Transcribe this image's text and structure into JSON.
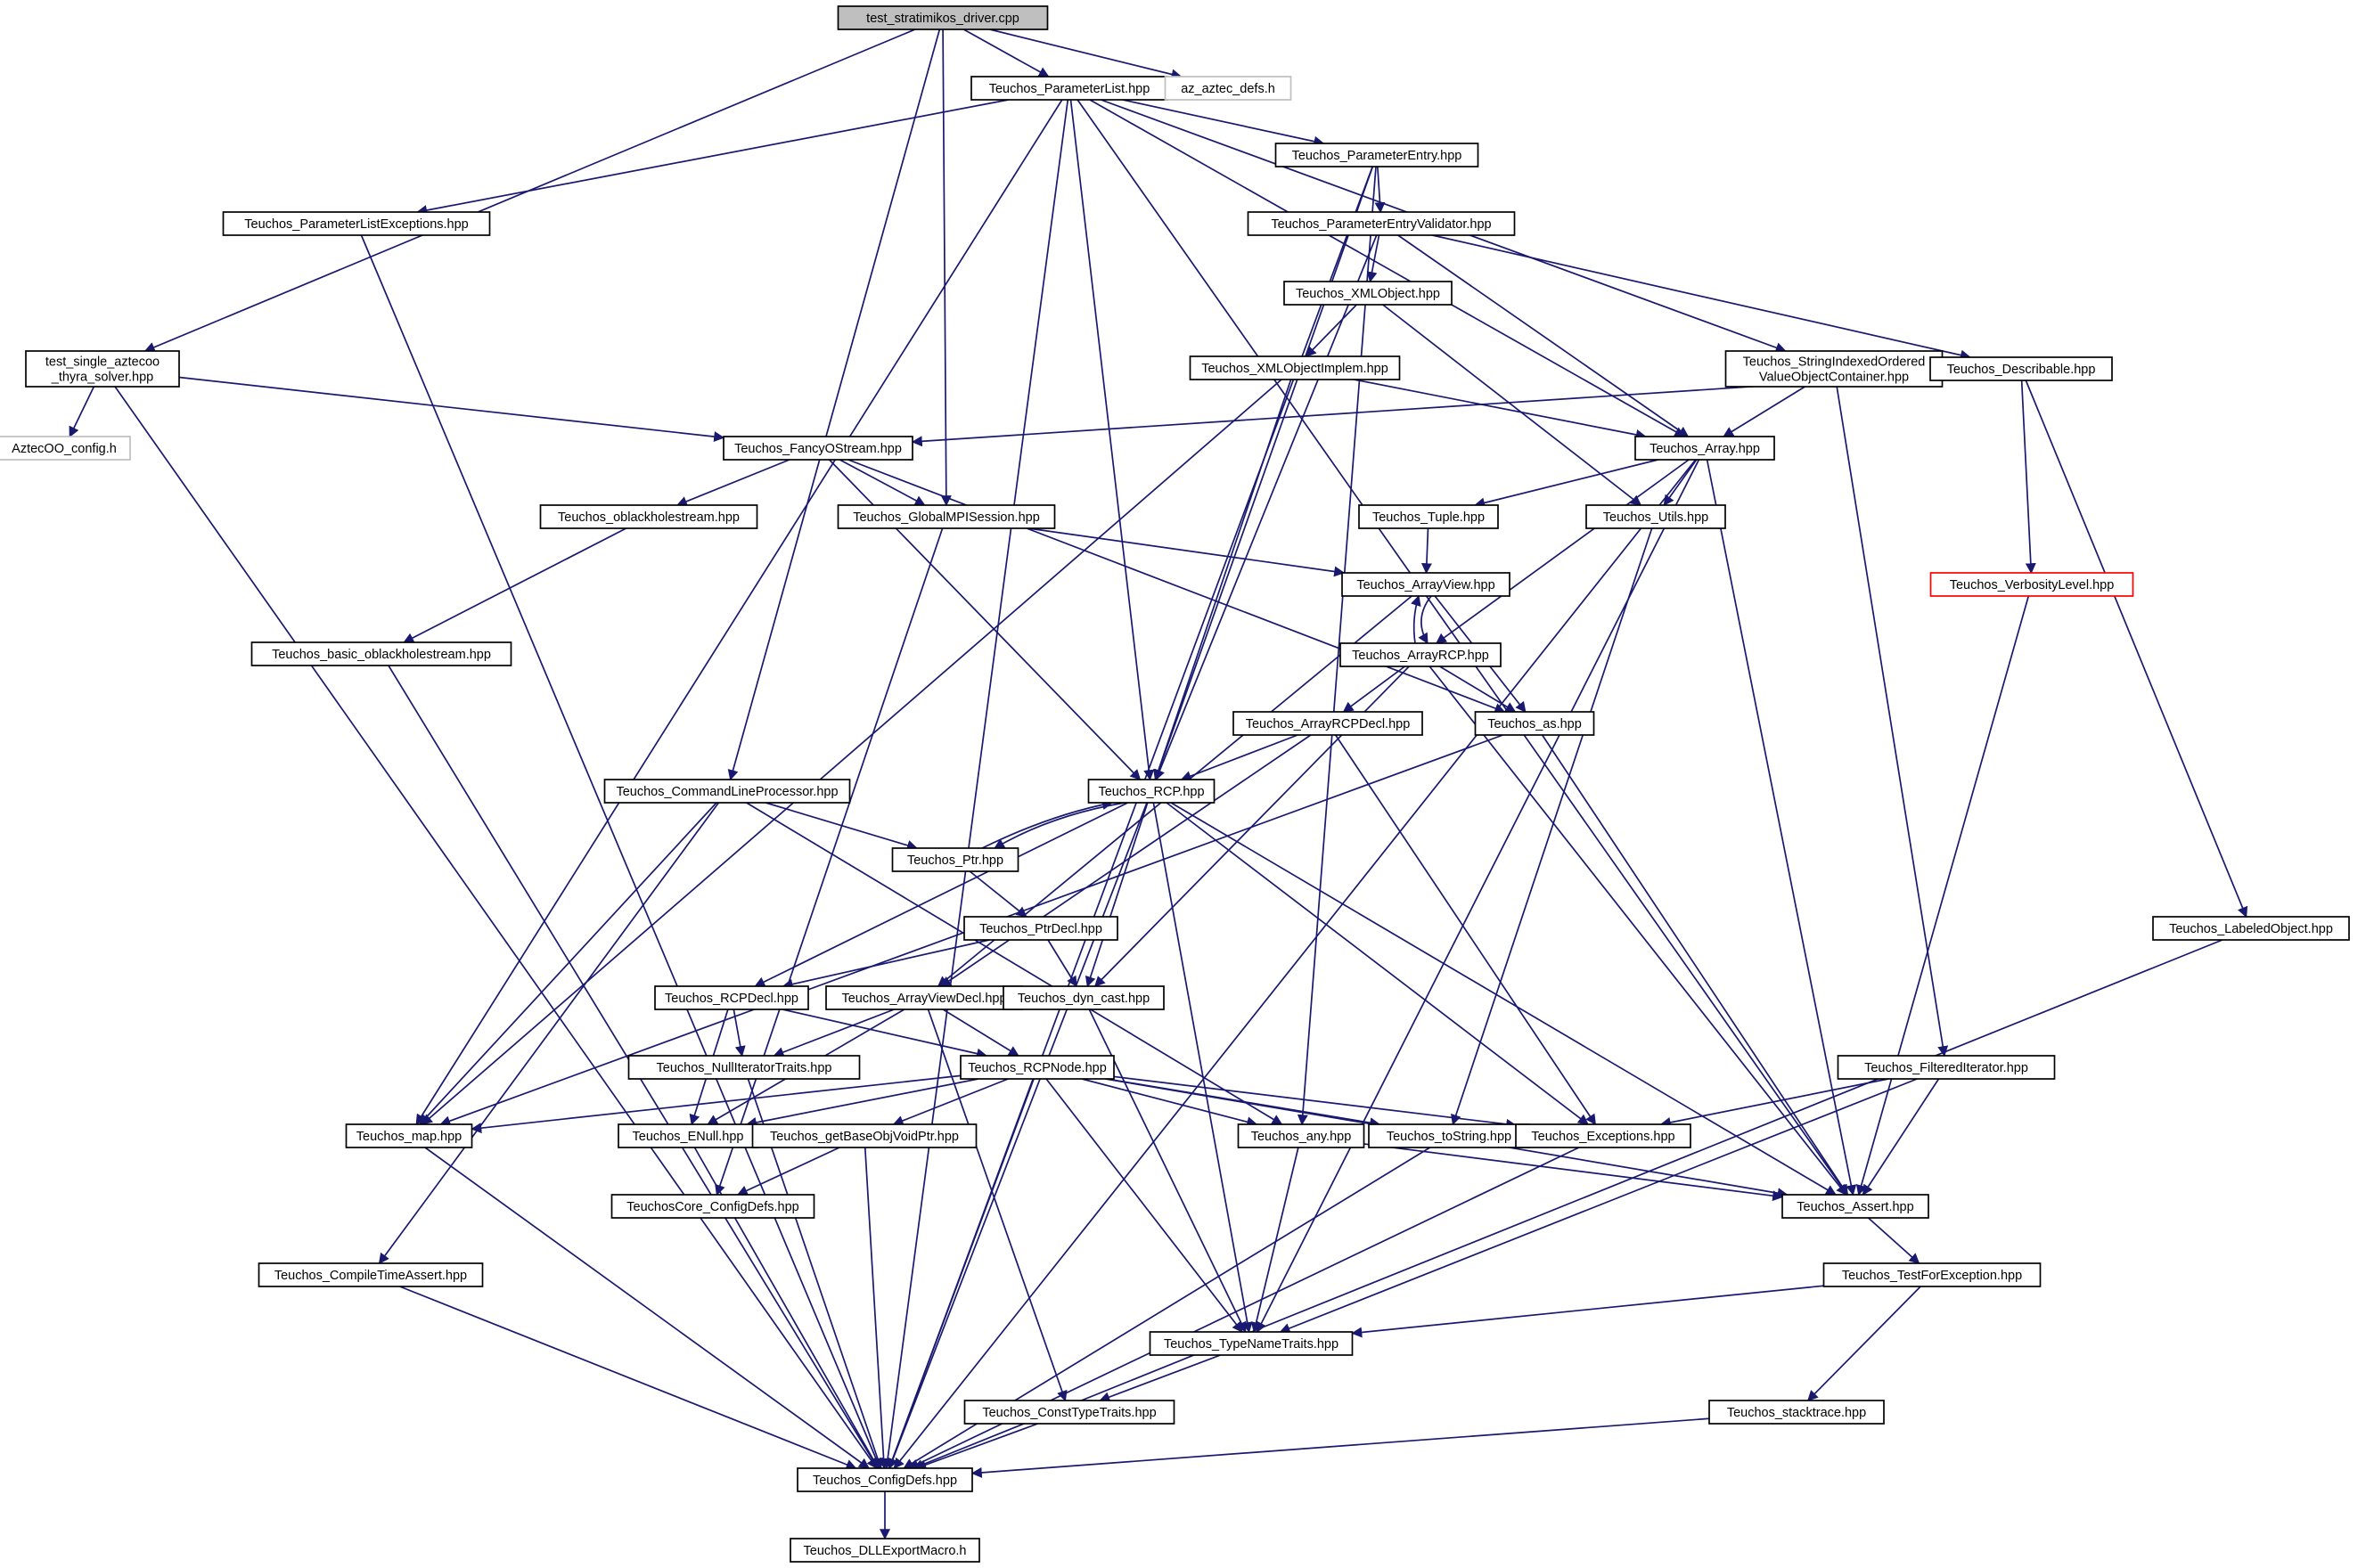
{
  "colors": {
    "edge": "#191970",
    "node_border": "#000000",
    "node_fill": "#ffffff",
    "root_fill": "#bfbfbf",
    "external_border": "#bfbfbf",
    "truncated_border": "#ff0000",
    "truncated_text": "#ff0000",
    "external_text": "#404040"
  },
  "nodes": [
    {
      "id": "root",
      "label": "test_stratimikos_driver.cpp",
      "kind": "root"
    },
    {
      "id": "plist",
      "label": "Teuchos_ParameterList.hpp",
      "kind": "normal"
    },
    {
      "id": "aztecdefs",
      "label": "az_aztec_defs.h",
      "kind": "external"
    },
    {
      "id": "pentry",
      "label": "Teuchos_ParameterEntry.hpp",
      "kind": "normal"
    },
    {
      "id": "plistexc",
      "label": "Teuchos_ParameterListExceptions.hpp",
      "kind": "normal"
    },
    {
      "id": "pev",
      "label": "Teuchos_ParameterEntryValidator.hpp",
      "kind": "normal"
    },
    {
      "id": "xmlobj",
      "label": "Teuchos_XMLObject.hpp",
      "kind": "normal"
    },
    {
      "id": "tsaz",
      "label": "test_single_aztecoo\n_thyra_solver.hpp",
      "kind": "normal"
    },
    {
      "id": "xmlimpl",
      "label": "Teuchos_XMLObjectImplem.hpp",
      "kind": "normal"
    },
    {
      "id": "sio",
      "label": "Teuchos_StringIndexedOrdered\nValueObjectContainer.hpp",
      "kind": "normal"
    },
    {
      "id": "descr",
      "label": "Teuchos_Describable.hpp",
      "kind": "normal"
    },
    {
      "id": "azcfg",
      "label": "AztecOO_config.h",
      "kind": "external"
    },
    {
      "id": "fos",
      "label": "Teuchos_FancyOStream.hpp",
      "kind": "normal"
    },
    {
      "id": "array",
      "label": "Teuchos_Array.hpp",
      "kind": "normal"
    },
    {
      "id": "obh",
      "label": "Teuchos_oblackholestream.hpp",
      "kind": "normal"
    },
    {
      "id": "gmpi",
      "label": "Teuchos_GlobalMPISession.hpp",
      "kind": "normal"
    },
    {
      "id": "tuple",
      "label": "Teuchos_Tuple.hpp",
      "kind": "normal"
    },
    {
      "id": "utils",
      "label": "Teuchos_Utils.hpp",
      "kind": "normal"
    },
    {
      "id": "aview",
      "label": "Teuchos_ArrayView.hpp",
      "kind": "normal"
    },
    {
      "id": "verb",
      "label": "Teuchos_VerbosityLevel.hpp",
      "kind": "truncated"
    },
    {
      "id": "bobh",
      "label": "Teuchos_basic_oblackholestream.hpp",
      "kind": "normal"
    },
    {
      "id": "arcp",
      "label": "Teuchos_ArrayRCP.hpp",
      "kind": "normal"
    },
    {
      "id": "arcpdecl",
      "label": "Teuchos_ArrayRCPDecl.hpp",
      "kind": "normal"
    },
    {
      "id": "as",
      "label": "Teuchos_as.hpp",
      "kind": "normal"
    },
    {
      "id": "clp",
      "label": "Teuchos_CommandLineProcessor.hpp",
      "kind": "normal"
    },
    {
      "id": "rcp",
      "label": "Teuchos_RCP.hpp",
      "kind": "normal"
    },
    {
      "id": "ptr",
      "label": "Teuchos_Ptr.hpp",
      "kind": "normal"
    },
    {
      "id": "ptrdecl",
      "label": "Teuchos_PtrDecl.hpp",
      "kind": "normal"
    },
    {
      "id": "labobj",
      "label": "Teuchos_LabeledObject.hpp",
      "kind": "normal"
    },
    {
      "id": "rcpdecl",
      "label": "Teuchos_RCPDecl.hpp",
      "kind": "normal"
    },
    {
      "id": "avdecl",
      "label": "Teuchos_ArrayViewDecl.hpp",
      "kind": "normal"
    },
    {
      "id": "dyncast",
      "label": "Teuchos_dyn_cast.hpp",
      "kind": "normal"
    },
    {
      "id": "nit",
      "label": "Teuchos_NullIteratorTraits.hpp",
      "kind": "normal"
    },
    {
      "id": "rcpnode",
      "label": "Teuchos_RCPNode.hpp",
      "kind": "normal"
    },
    {
      "id": "filt",
      "label": "Teuchos_FilteredIterator.hpp",
      "kind": "normal"
    },
    {
      "id": "map",
      "label": "Teuchos_map.hpp",
      "kind": "normal"
    },
    {
      "id": "enull",
      "label": "Teuchos_ENull.hpp",
      "kind": "normal"
    },
    {
      "id": "gbovp",
      "label": "Teuchos_getBaseObjVoidPtr.hpp",
      "kind": "normal"
    },
    {
      "id": "any",
      "label": "Teuchos_any.hpp",
      "kind": "normal"
    },
    {
      "id": "tostr",
      "label": "Teuchos_toString.hpp",
      "kind": "normal"
    },
    {
      "id": "exc",
      "label": "Teuchos_Exceptions.hpp",
      "kind": "normal"
    },
    {
      "id": "corecfg",
      "label": "TeuchosCore_ConfigDefs.hpp",
      "kind": "normal"
    },
    {
      "id": "assert",
      "label": "Teuchos_Assert.hpp",
      "kind": "normal"
    },
    {
      "id": "cta",
      "label": "Teuchos_CompileTimeAssert.hpp",
      "kind": "normal"
    },
    {
      "id": "tfe",
      "label": "Teuchos_TestForException.hpp",
      "kind": "normal"
    },
    {
      "id": "tnt",
      "label": "Teuchos_TypeNameTraits.hpp",
      "kind": "normal"
    },
    {
      "id": "ctt",
      "label": "Teuchos_ConstTypeTraits.hpp",
      "kind": "normal"
    },
    {
      "id": "stack",
      "label": "Teuchos_stacktrace.hpp",
      "kind": "normal"
    },
    {
      "id": "cfg",
      "label": "Teuchos_ConfigDefs.hpp",
      "kind": "normal"
    },
    {
      "id": "dll",
      "label": "Teuchos_DLLExportMacro.h",
      "kind": "normal"
    }
  ],
  "edges": [
    [
      "root",
      "plist"
    ],
    [
      "root",
      "aztecdefs"
    ],
    [
      "root",
      "tsaz"
    ],
    [
      "root",
      "clp"
    ],
    [
      "root",
      "gmpi"
    ],
    [
      "plist",
      "pentry"
    ],
    [
      "plist",
      "plistexc"
    ],
    [
      "plist",
      "map"
    ],
    [
      "plist",
      "rcp"
    ],
    [
      "plist",
      "array"
    ],
    [
      "plist",
      "sio"
    ],
    [
      "plist",
      "assert"
    ],
    [
      "plist",
      "cfg"
    ],
    [
      "pentry",
      "pev"
    ],
    [
      "pentry",
      "rcp"
    ],
    [
      "pentry",
      "any"
    ],
    [
      "pentry",
      "cfg"
    ],
    [
      "plistexc",
      "cfg"
    ],
    [
      "pev",
      "xmlobj"
    ],
    [
      "pev",
      "descr"
    ],
    [
      "pev",
      "array"
    ],
    [
      "pev",
      "rcp"
    ],
    [
      "xmlobj",
      "xmlimpl"
    ],
    [
      "xmlobj",
      "utils"
    ],
    [
      "xmlimpl",
      "array"
    ],
    [
      "xmlimpl",
      "rcp"
    ],
    [
      "xmlimpl",
      "map"
    ],
    [
      "tsaz",
      "azcfg"
    ],
    [
      "tsaz",
      "fos"
    ],
    [
      "tsaz",
      "cfg"
    ],
    [
      "sio",
      "array"
    ],
    [
      "sio",
      "filt"
    ],
    [
      "descr",
      "fos"
    ],
    [
      "descr",
      "verb"
    ],
    [
      "descr",
      "labobj"
    ],
    [
      "fos",
      "obh"
    ],
    [
      "fos",
      "gmpi"
    ],
    [
      "fos",
      "rcp"
    ],
    [
      "fos",
      "as"
    ],
    [
      "array",
      "tuple"
    ],
    [
      "array",
      "utils"
    ],
    [
      "array",
      "arcp"
    ],
    [
      "array",
      "assert"
    ],
    [
      "array",
      "tnt"
    ],
    [
      "array",
      "cfg"
    ],
    [
      "obh",
      "bobh"
    ],
    [
      "gmpi",
      "aview"
    ],
    [
      "gmpi",
      "corecfg"
    ],
    [
      "tuple",
      "aview"
    ],
    [
      "utils",
      "tostr"
    ],
    [
      "aview",
      "arcp"
    ],
    [
      "aview",
      "as"
    ],
    [
      "aview",
      "avdecl"
    ],
    [
      "arcp",
      "aview"
    ],
    [
      "arcp",
      "arcpdecl"
    ],
    [
      "arcp",
      "as"
    ],
    [
      "arcp",
      "dyncast"
    ],
    [
      "arcp",
      "assert"
    ],
    [
      "verb",
      "assert"
    ],
    [
      "bobh",
      "cfg"
    ],
    [
      "arcpdecl",
      "rcp"
    ],
    [
      "arcpdecl",
      "avdecl"
    ],
    [
      "arcpdecl",
      "exc"
    ],
    [
      "as",
      "map"
    ],
    [
      "as",
      "assert"
    ],
    [
      "clp",
      "ptr"
    ],
    [
      "clp",
      "map"
    ],
    [
      "clp",
      "cta"
    ],
    [
      "clp",
      "any"
    ],
    [
      "rcp",
      "ptr"
    ],
    [
      "rcp",
      "rcpdecl"
    ],
    [
      "rcp",
      "dyncast"
    ],
    [
      "rcp",
      "exc"
    ],
    [
      "rcp",
      "assert"
    ],
    [
      "rcp",
      "tnt"
    ],
    [
      "rcp",
      "cfg"
    ],
    [
      "ptr",
      "rcp"
    ],
    [
      "ptr",
      "ptrdecl"
    ],
    [
      "ptrdecl",
      "rcpdecl"
    ],
    [
      "ptrdecl",
      "dyncast"
    ],
    [
      "labobj",
      "cfg"
    ],
    [
      "rcpdecl",
      "nit"
    ],
    [
      "rcpdecl",
      "rcpnode"
    ],
    [
      "rcpdecl",
      "enull"
    ],
    [
      "avdecl",
      "nit"
    ],
    [
      "avdecl",
      "rcpnode"
    ],
    [
      "avdecl",
      "enull"
    ],
    [
      "avdecl",
      "ctt"
    ],
    [
      "dyncast",
      "tnt"
    ],
    [
      "nit",
      "cfg"
    ],
    [
      "rcpnode",
      "map"
    ],
    [
      "rcpnode",
      "enull"
    ],
    [
      "rcpnode",
      "gbovp"
    ],
    [
      "rcpnode",
      "any"
    ],
    [
      "rcpnode",
      "tostr"
    ],
    [
      "rcpnode",
      "exc"
    ],
    [
      "rcpnode",
      "assert"
    ],
    [
      "rcpnode",
      "tnt"
    ],
    [
      "rcpnode",
      "cfg"
    ],
    [
      "filt",
      "exc"
    ],
    [
      "filt",
      "assert"
    ],
    [
      "filt",
      "tnt"
    ],
    [
      "map",
      "cfg"
    ],
    [
      "enull",
      "cfg"
    ],
    [
      "gbovp",
      "corecfg"
    ],
    [
      "gbovp",
      "cfg"
    ],
    [
      "any",
      "assert"
    ],
    [
      "any",
      "tnt"
    ],
    [
      "tostr",
      "cfg"
    ],
    [
      "exc",
      "cfg"
    ],
    [
      "assert",
      "tfe"
    ],
    [
      "cta",
      "cfg"
    ],
    [
      "tfe",
      "tnt"
    ],
    [
      "tfe",
      "stack"
    ],
    [
      "tnt",
      "ctt"
    ],
    [
      "ctt",
      "cfg"
    ],
    [
      "stack",
      "cfg"
    ],
    [
      "cfg",
      "dll"
    ]
  ]
}
